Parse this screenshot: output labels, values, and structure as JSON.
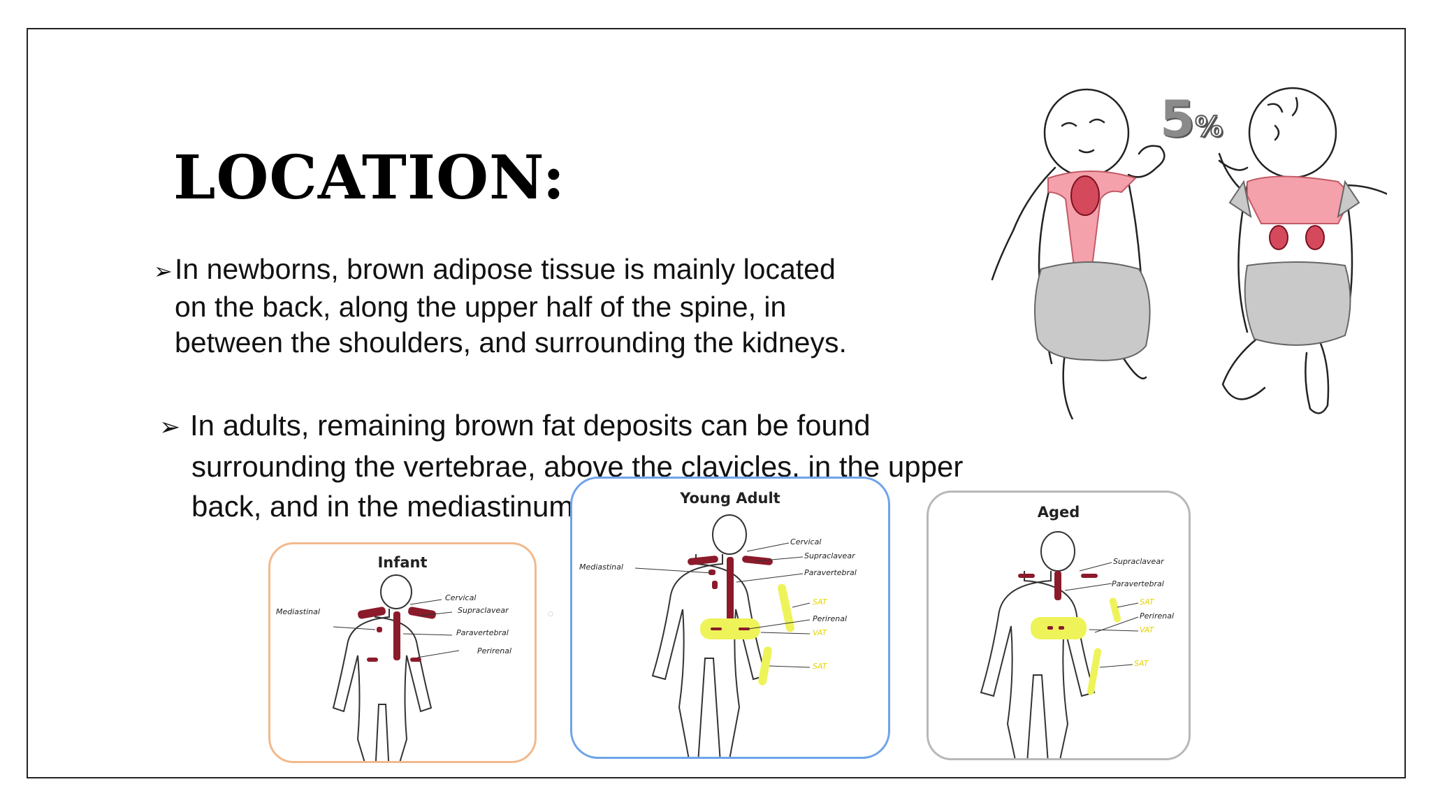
{
  "slide": {
    "title": "LOCATION:",
    "bullets": [
      {
        "lines": [
          "In newborns, brown adipose tissue is mainly located",
          "on the back, along the upper half of the spine, in",
          "between the shoulders, and surrounding the kidneys."
        ]
      },
      {
        "lines": [
          "In adults, remaining brown fat deposits can be found",
          "surrounding the vertebrae, above the clavicles, in the upper",
          "back, and in the mediastinum"
        ]
      }
    ],
    "bullet_glyph": "➢"
  },
  "baby_figure": {
    "percent_number": "5",
    "percent_sign": "%"
  },
  "panels": {
    "infant": {
      "title": "Infant",
      "labels": [
        "Cervical",
        "Supraclavear",
        "Mediastinal",
        "Paravertebral",
        "Perirenal"
      ]
    },
    "young": {
      "title": "Young Adult",
      "labels": [
        "Cervical",
        "Supraclavear",
        "Mediastinal",
        "Paravertebral",
        "SAT",
        "Perirenal",
        "VAT",
        "SAT"
      ]
    },
    "aged": {
      "title": "Aged",
      "labels": [
        "Supraclavear",
        "Paravertebral",
        "SAT",
        "Perirenal",
        "VAT",
        "SAT"
      ]
    }
  },
  "colors": {
    "bat": "#8b1a2b",
    "fat_yellow": "#eef35a",
    "baby_pink": "#f4a1ab",
    "diaper_gray": "#c9c9c9"
  }
}
